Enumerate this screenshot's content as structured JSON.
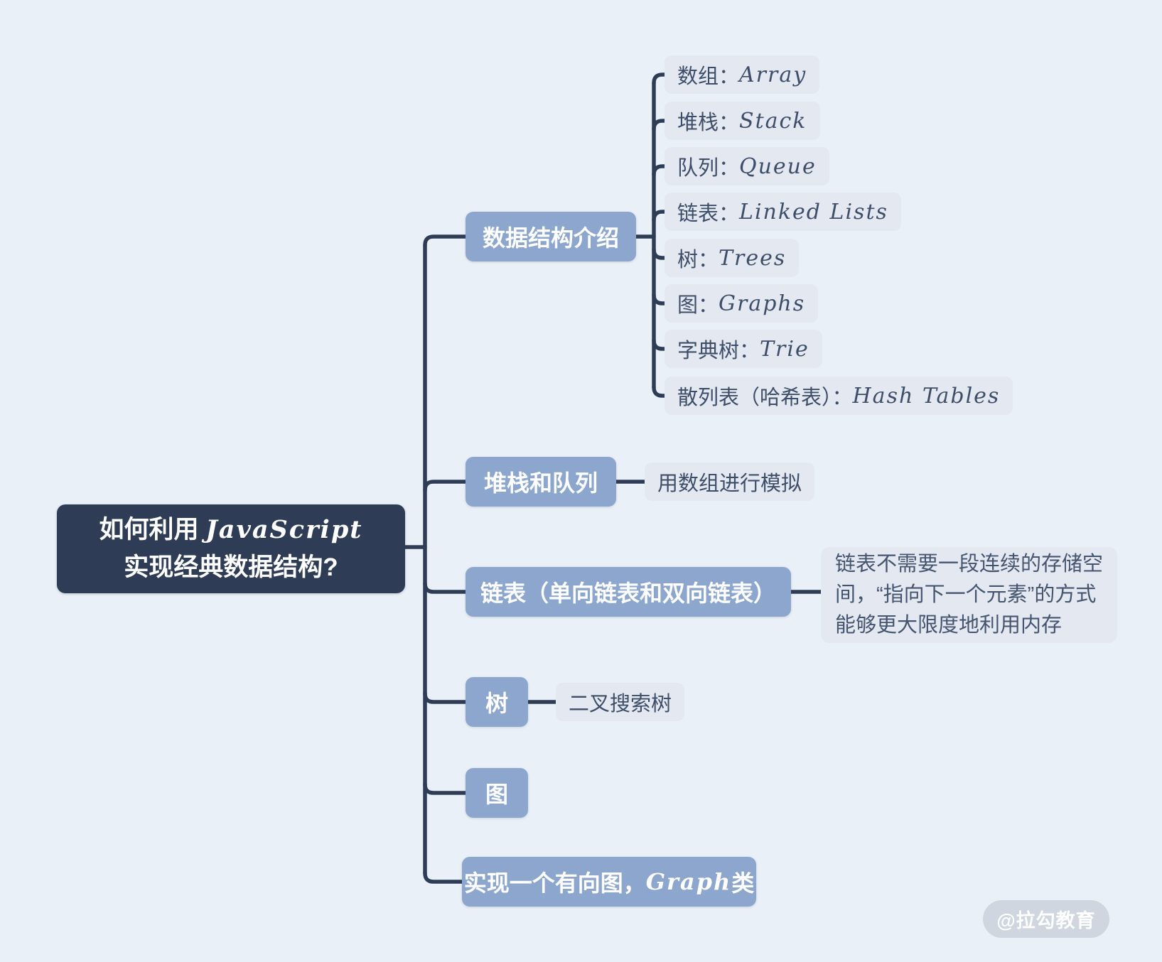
{
  "colors": {
    "background": "#eaf0f8",
    "root_bg": "#2e3c55",
    "branch_bg": "#8ca6cd",
    "leaf_bg": "#e3e8f1",
    "leaf_text": "#3e4e68",
    "line": "#2e3c55",
    "watermark_bg": "#cfd6df",
    "watermark_text": "#ffffff"
  },
  "root": {
    "line1_zh": "如何利用 ",
    "line1_en": "JavaScript",
    "line2": "实现经典数据结构?"
  },
  "branches": [
    {
      "label": "数据结构介绍",
      "children": [
        {
          "zh": "数组：",
          "en": "Array"
        },
        {
          "zh": "堆栈：",
          "en": "Stack"
        },
        {
          "zh": "队列：",
          "en": "Queue"
        },
        {
          "zh": "链表：",
          "en": "Linked Lists"
        },
        {
          "zh": "树：",
          "en": "Trees"
        },
        {
          "zh": "图：",
          "en": "Graphs"
        },
        {
          "zh": "字典树：",
          "en": "Trie"
        },
        {
          "zh": "散列表（哈希表）：",
          "en": "Hash Tables"
        }
      ]
    },
    {
      "label": "堆栈和队列",
      "child": "用数组进行模拟"
    },
    {
      "label": "链表（单向链表和双向链表）",
      "note_lines": [
        "链表不需要一段连续的存储空",
        "间，“指向下一个元素”的方式",
        "能够更大限度地利用内存"
      ]
    },
    {
      "label": "树",
      "child": "二叉搜索树"
    },
    {
      "label": "图"
    },
    {
      "label_zh": "实现一个有向图，",
      "label_en": "Graph",
      "label_tail": " 类"
    }
  ],
  "watermark": {
    "text": "@拉勾教育"
  }
}
